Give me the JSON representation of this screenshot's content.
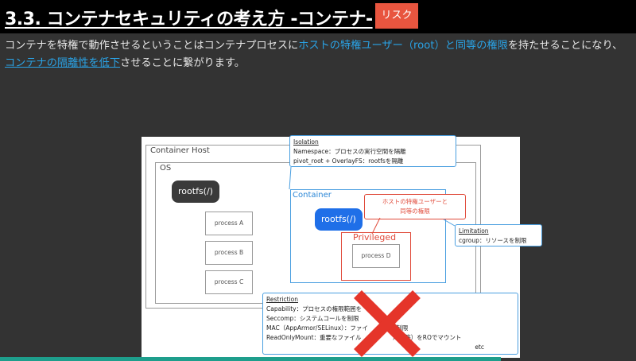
{
  "header": {
    "title": "3.3. コンテナセキュリティの考え方 -コンテナ-",
    "badge": "リスク"
  },
  "intro": {
    "part1": "コンテナを特権で動作させるということはコンテナプロセスに",
    "highlight1": "ホストの特権ユーザー（root）と同等の権限",
    "part2": "を持たせることになり、",
    "underline1": "コンテナの隔離性を低下",
    "part3": "させることに繋がります。"
  },
  "diagram": {
    "host_label": "Container Host",
    "os_label": "OS",
    "os_rootfs": "rootfs(/)",
    "processes": [
      "process A",
      "process B",
      "process C"
    ],
    "container_label": "Container",
    "container_rootfs": "rootfs(/)",
    "privileged_label": "Privileged",
    "process_d": "process D",
    "red_callout": [
      "ホストの特権ユーザーと",
      "同等の権限"
    ],
    "isolation": {
      "heading": "Isolation",
      "lines": [
        "Namespace：プロセスの実行空間を隔離",
        "pivot_root + OverlayFS：rootfsを隔離"
      ]
    },
    "limitation": {
      "heading": "Limitation",
      "lines": [
        "cgroup：リソースを制限"
      ]
    },
    "restriction": {
      "heading": "Restriction",
      "lines": [
        "Capability：プロセスの権限範囲を",
        "Seccomp：システムコールを制限",
        "MAC（AppArmor/SELinux）：ファイ",
        "を制限",
        "ReadOnlyMount：重要なファイル",
        "/sys等）をROでマウント",
        "etc"
      ]
    }
  },
  "colors": {
    "accent_blue": "#2aa3e6",
    "risk_red": "#e8553f",
    "cross_red": "#e5352a",
    "pill_dark": "#3a3a3a",
    "pill_blue": "#1f6fe8"
  }
}
